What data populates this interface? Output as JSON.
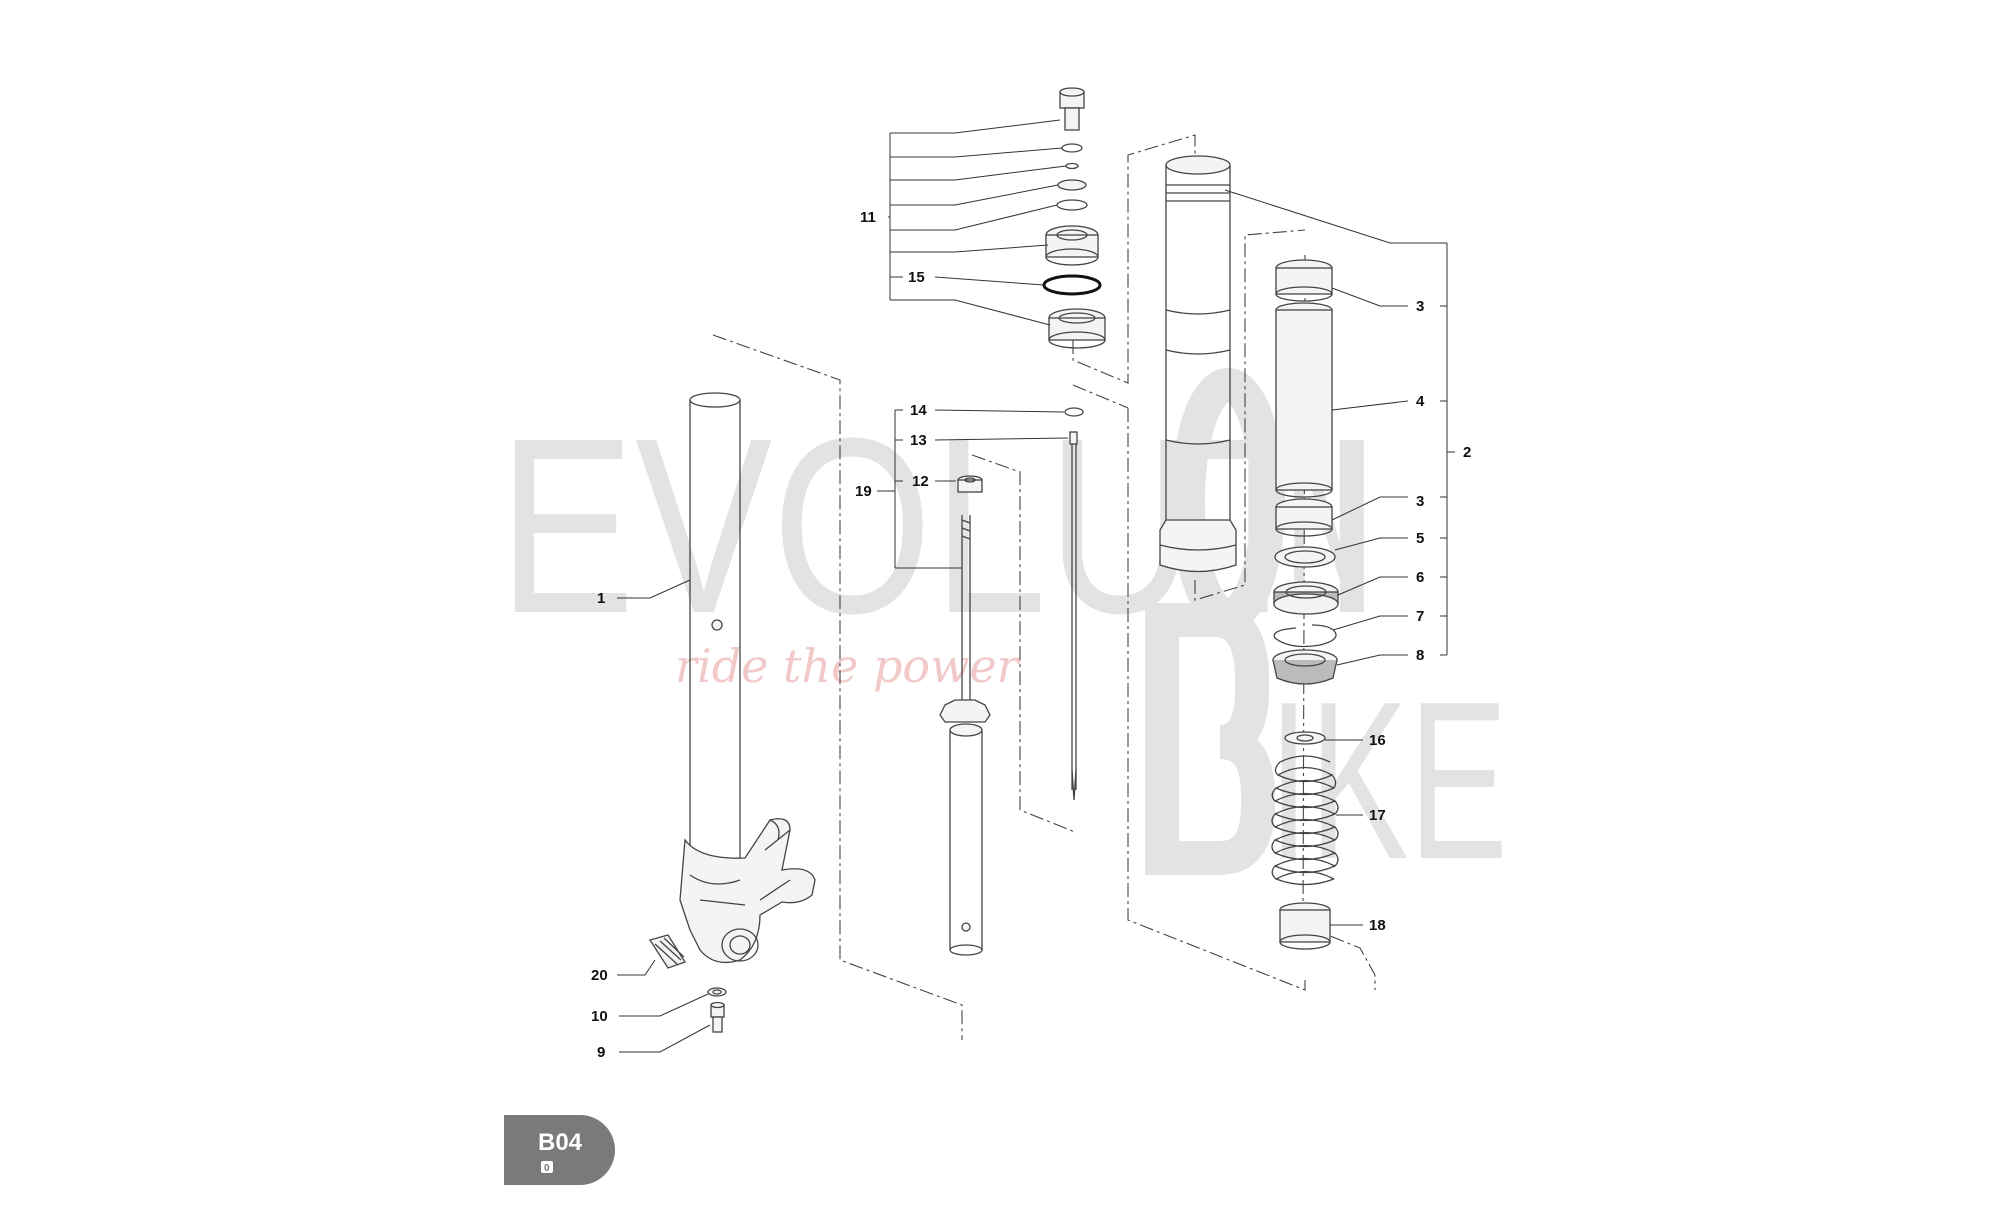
{
  "watermark": {
    "brand_left": "EVOLUTI",
    "brand_right_top": "N",
    "brand_right_bottom": "IKE",
    "slogan": "ride the power"
  },
  "badge": {
    "code": "B04",
    "sub": "0"
  },
  "callouts": [
    {
      "id": "c1",
      "text": "1"
    },
    {
      "id": "c2",
      "text": "2"
    },
    {
      "id": "c3a",
      "text": "3"
    },
    {
      "id": "c3b",
      "text": "3"
    },
    {
      "id": "c4",
      "text": "4"
    },
    {
      "id": "c5",
      "text": "5"
    },
    {
      "id": "c6",
      "text": "6"
    },
    {
      "id": "c7",
      "text": "7"
    },
    {
      "id": "c8",
      "text": "8"
    },
    {
      "id": "c9",
      "text": "9"
    },
    {
      "id": "c10",
      "text": "10"
    },
    {
      "id": "c11",
      "text": "11"
    },
    {
      "id": "c12",
      "text": "12"
    },
    {
      "id": "c13",
      "text": "13"
    },
    {
      "id": "c14",
      "text": "14"
    },
    {
      "id": "c15",
      "text": "15"
    },
    {
      "id": "c16",
      "text": "16"
    },
    {
      "id": "c17",
      "text": "17"
    },
    {
      "id": "c18",
      "text": "18"
    },
    {
      "id": "c19",
      "text": "19"
    },
    {
      "id": "c20",
      "text": "20"
    }
  ]
}
